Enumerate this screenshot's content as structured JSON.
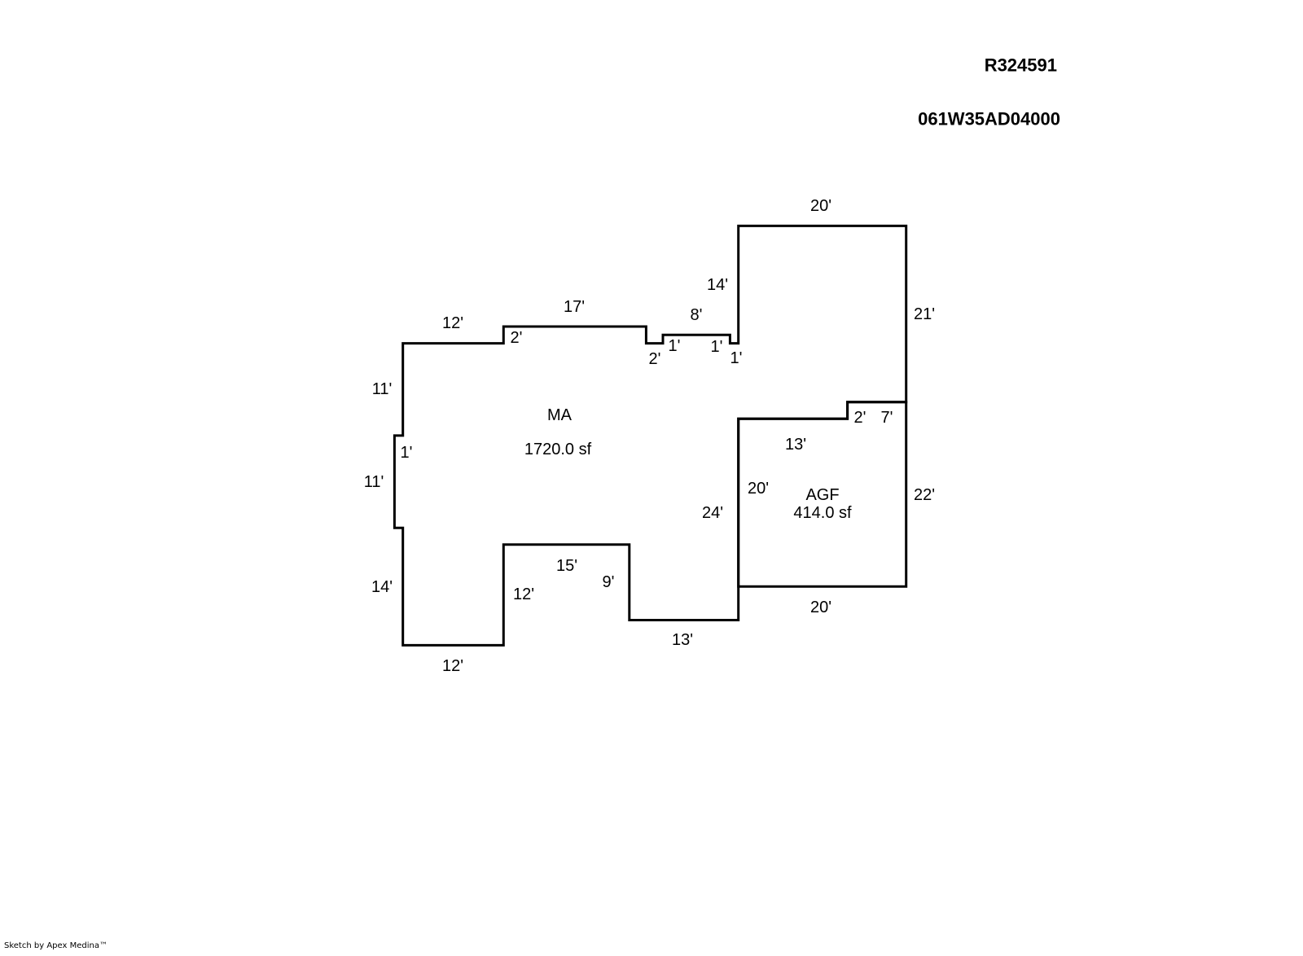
{
  "header": {
    "record_id": "R324591",
    "parcel_id": "061W35AD04000"
  },
  "footer": {
    "credit": "Sketch by Apex Medina™"
  },
  "areas": {
    "ma": {
      "name": "MA",
      "size": "1720.0 sf"
    },
    "agf": {
      "name": "AGF",
      "size": "414.0 sf"
    }
  },
  "dimensions": [
    "20'",
    "14'",
    "17'",
    "8'",
    "12'",
    "21'",
    "2'",
    "2'",
    "1'",
    "1'",
    "1'",
    "11'",
    "2'",
    "7'",
    "1'",
    "13'",
    "11'",
    "20'",
    "22'",
    "24'",
    "15'",
    "9'",
    "14'",
    "12'",
    "20'",
    "13'",
    "12'"
  ]
}
